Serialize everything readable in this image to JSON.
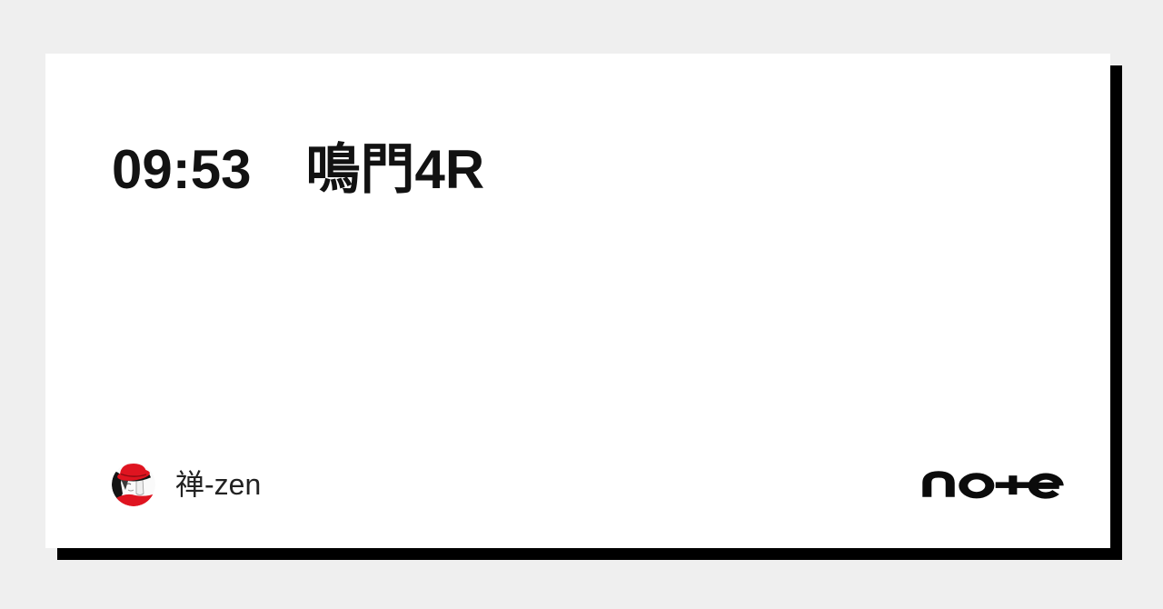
{
  "page": {
    "background_color": "#efefef",
    "card_color": "#ffffff",
    "shadow_color": "#000000"
  },
  "article": {
    "title": "09:53　鳴門4R"
  },
  "author": {
    "name": "禅-zen",
    "avatar_icon": "red-hat-character-avatar",
    "avatar_colors": {
      "red": "#df1420",
      "black": "#141414",
      "white": "#fafafa"
    }
  },
  "brand": {
    "name": "note",
    "logo_color": "#0b0b0b"
  }
}
